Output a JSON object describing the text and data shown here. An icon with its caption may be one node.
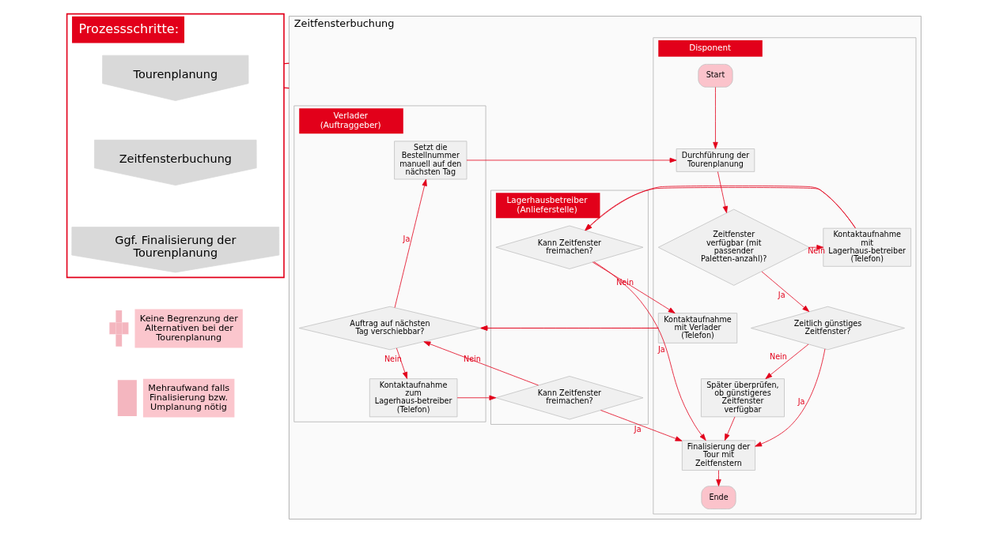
{
  "diagram": {
    "nodes": [
      {
        "text": [
          "Prozessschritte:"
        ]
      },
      {
        "text": [
          "Tourenplanung"
        ],
        "in": 0
      },
      {
        "text": [
          "Zeitfensterbuchung"
        ],
        "in": 0
      },
      {
        "text": [
          "Ggf. Finalisierung der Tourenplanung"
        ],
        "in": 0
      },
      {
        "text": [
          "Keine Begrenzung der Alternativen bei der Tourenplanung"
        ]
      },
      {
        "text": [
          "Mehraufwand falls Finalisierung bzw. Umplanung nötig"
        ]
      },
      {
        "text": [
          "Zeitfensterbuchung"
        ]
      },
      {
        "text": [
          "Disponent"
        ],
        "in": 6
      },
      {
        "text": [
          "Lagerhausbetreiber (Anlieferstelle)"
        ],
        "in": 6
      },
      {
        "text": [
          "Verlader (Auftraggeber)"
        ],
        "in": 6
      },
      {
        "text": [
          "Start"
        ],
        "in": 7
      },
      {
        "text": [
          "Durchführung der Tourenplanung"
        ],
        "in": 7
      },
      {
        "text": [
          "Zeitfenster verfügbar (mit passender Paletten-anzahl)?"
        ],
        "in": 7
      },
      {
        "text": [
          "Kontaktaufnahme mit Lagerhaus-betreiber (Telefon)"
        ],
        "in": 7
      },
      {
        "text": [
          "Zeitlich günstiges Zeitfenster?"
        ],
        "in": 7
      },
      {
        "text": [
          "Kontaktaufnahme mit Verlader (Telefon)"
        ],
        "in": 7
      },
      {
        "text": [
          "Später überprüfen, ob günstigeres Zeitfenster verfügbar"
        ],
        "in": 7
      },
      {
        "text": [
          "Finalisierung der Tour mit Zeitfenstern"
        ],
        "in": 7
      },
      {
        "text": [
          "Ende"
        ],
        "in": 7
      },
      {
        "text": [
          "Kann Zeitfenster freimachen?"
        ],
        "in": 8
      },
      {
        "text": [
          "Kann Zeitfenster freimachen?"
        ],
        "in": 8
      },
      {
        "text": [
          "Setzt die Bestellnummer manuell auf den nächsten Tag"
        ],
        "in": 9
      },
      {
        "text": [
          "Auftrag auf nächsten Tag verschiebbar?"
        ],
        "in": 9
      },
      {
        "text": [
          "Kontaktaufnahme zum Lagerhaus-betreiber (Telefon)"
        ],
        "in": 9
      }
    ],
    "edges": [
      {
        "from": 0,
        "to": 6,
        "arrow": "none"
      },
      {
        "from": 0,
        "to": 6,
        "arrow": "none"
      },
      {
        "from": 10,
        "to": 11,
        "arrow": "to"
      },
      {
        "from": 11,
        "to": 12,
        "arrow": "to"
      },
      {
        "from": 12,
        "to": 13,
        "arrow": "to",
        "label": "Nein"
      },
      {
        "from": 12,
        "to": 14,
        "arrow": "to",
        "label": "Ja"
      },
      {
        "from": 13,
        "to": 19,
        "arrow": "to"
      },
      {
        "from": 19,
        "to": 15,
        "arrow": "to",
        "label": "Nein"
      },
      {
        "from": 19,
        "to": 17,
        "arrow": "to",
        "label": "Ja"
      },
      {
        "from": 14,
        "to": 17,
        "arrow": "to",
        "label": "Ja"
      },
      {
        "from": 14,
        "to": 16,
        "arrow": "to",
        "label": "Nein"
      },
      {
        "from": 16,
        "to": 17,
        "arrow": "to"
      },
      {
        "from": 15,
        "to": 22,
        "arrow": "to"
      },
      {
        "from": 20,
        "to": 22,
        "arrow": "to",
        "label": "Nein"
      },
      {
        "from": 22,
        "to": 21,
        "arrow": "to",
        "label": "Ja"
      },
      {
        "from": 22,
        "to": 23,
        "arrow": "to",
        "label": "Nein"
      },
      {
        "from": 21,
        "to": 11,
        "arrow": "to"
      },
      {
        "from": 23,
        "to": 20,
        "arrow": "to"
      },
      {
        "from": 20,
        "to": 17,
        "arrow": "to",
        "label": "Ja"
      },
      {
        "from": 17,
        "to": 18,
        "arrow": "to"
      }
    ]
  }
}
